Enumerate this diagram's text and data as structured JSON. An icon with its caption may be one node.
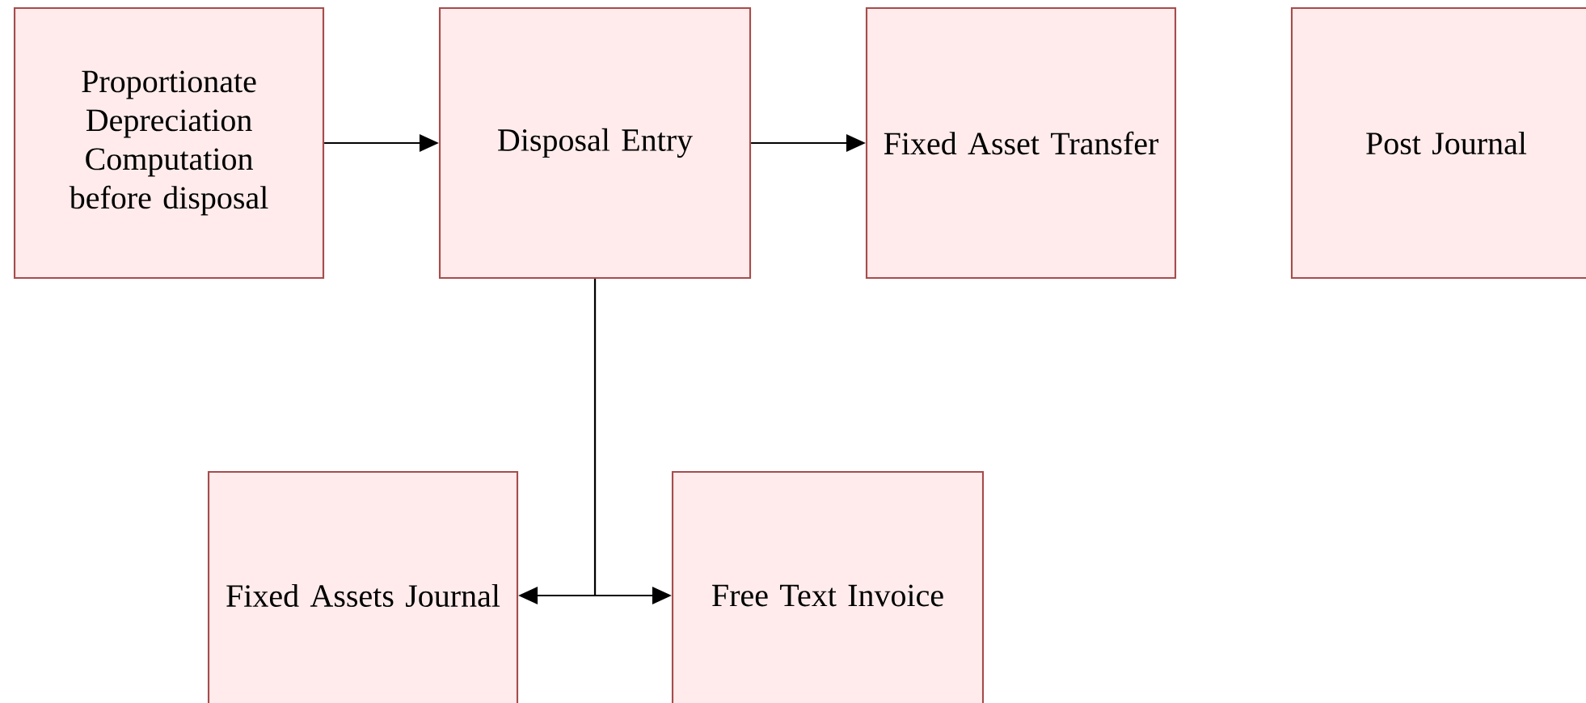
{
  "diagram": {
    "nodes": [
      {
        "text": [
          "Proportionate Depreciation Computation before disposal"
        ]
      },
      {
        "text": [
          "Disposal Entry"
        ]
      },
      {
        "text": [
          "Fixed Asset Transfer"
        ]
      },
      {
        "text": [
          "Post Journal"
        ]
      },
      {
        "text": [
          "Fixed Assets Journal"
        ]
      },
      {
        "text": [
          "Free Text Invoice"
        ]
      }
    ],
    "edges": [
      {
        "from": 0,
        "to": 1,
        "arrow": "to"
      },
      {
        "from": 1,
        "to": 2,
        "arrow": "to"
      },
      {
        "from": 1,
        "to": 4,
        "arrow": "to"
      },
      {
        "from": 1,
        "to": 5,
        "arrow": "to"
      }
    ]
  }
}
